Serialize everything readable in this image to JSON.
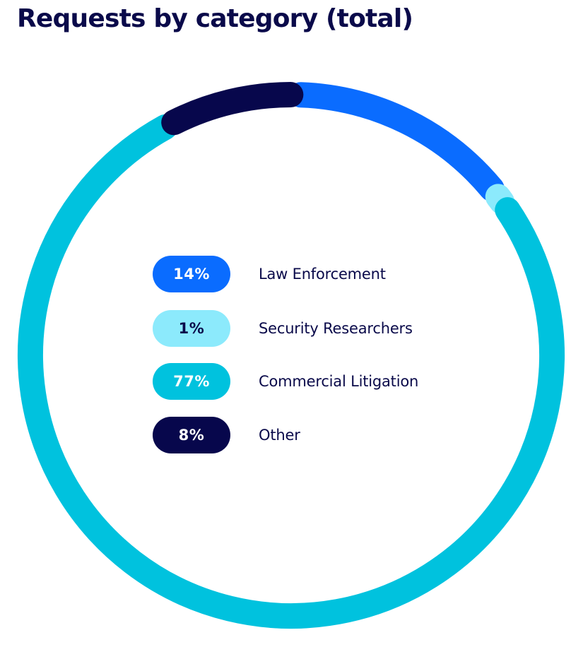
{
  "chart_data": {
    "type": "pie",
    "title": "Requests by category (total)",
    "categories": [
      "Law Enforcement",
      "Security Researchers",
      "Commercial Litigation",
      "Other"
    ],
    "values": [
      14,
      1,
      77,
      8
    ],
    "value_labels": [
      "14%",
      "1%",
      "77%",
      "8%"
    ],
    "unit": "%",
    "style": "donut",
    "legend_placement": "center",
    "colors": [
      "#0a6cff",
      "#8ceafc",
      "#00c2de",
      "#07074c"
    ],
    "pill_text_colors": [
      "#ffffff",
      "#0a0a4a",
      "#ffffff",
      "#ffffff"
    ]
  }
}
